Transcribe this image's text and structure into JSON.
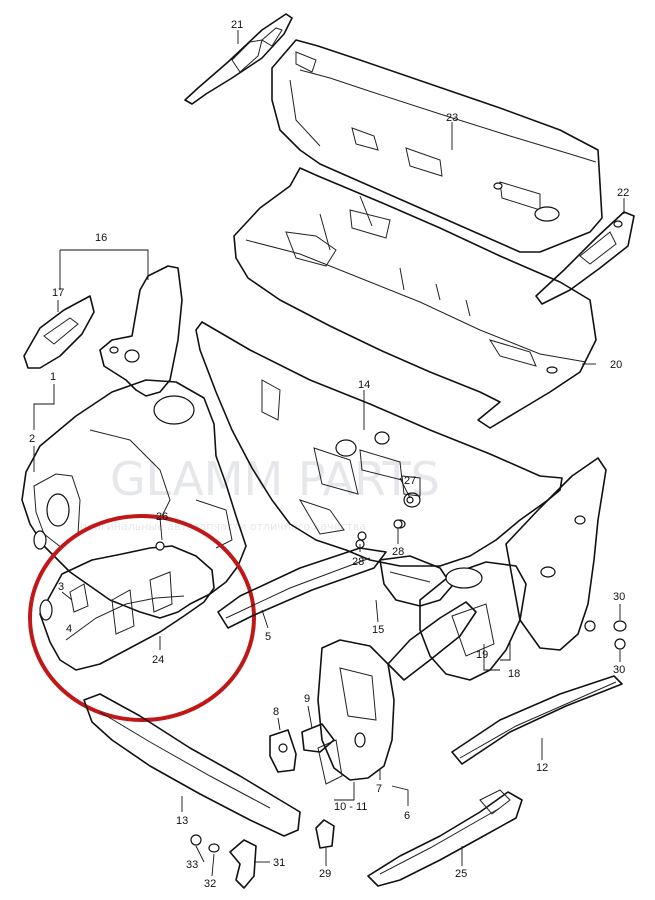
{
  "callouts": {
    "c21": "21",
    "c23": "23",
    "c22": "22",
    "c16": "16",
    "c17": "17",
    "c20": "20",
    "c14": "14",
    "c1": "1",
    "c2": "2",
    "c27": "27",
    "c26": "26",
    "c3": "3",
    "c4": "4",
    "c28a": "28",
    "c28b": "28",
    "c30a": "30",
    "c30b": "30",
    "c5": "5",
    "c15": "15",
    "c19": "19",
    "c18": "18",
    "c24": "24",
    "c9": "9",
    "c8": "8",
    "c7": "7",
    "c1011": "10 - 11",
    "c6": "6",
    "c12": "12",
    "c13": "13",
    "c33": "33",
    "c32": "32",
    "c31": "31",
    "c29": "29",
    "c25": "25"
  },
  "watermark": {
    "brand": "GLAMM PARTS",
    "tagline": "оригинальные автозапчасти отличного качества"
  },
  "colors": {
    "highlight": "#c01818",
    "line": "#111111"
  }
}
